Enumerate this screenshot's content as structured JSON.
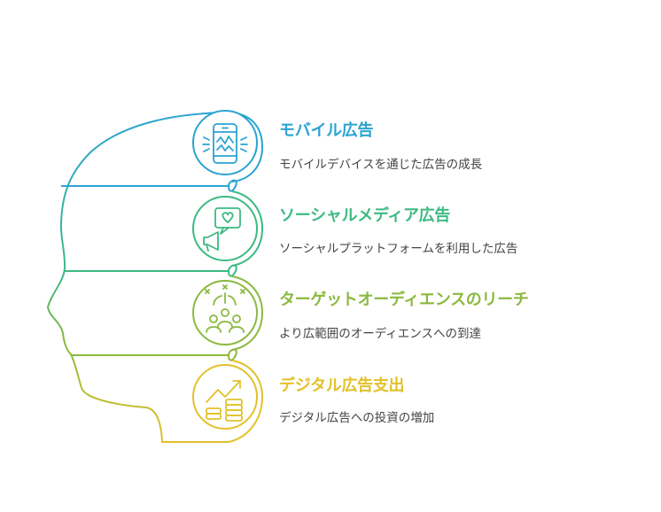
{
  "colors": {
    "blue": "#2ba3d2",
    "green": "#3dba83",
    "lime": "#8bb93f",
    "yellow": "#e2c12b",
    "text": "#444444"
  },
  "items": [
    {
      "title": "モバイル広告",
      "description": "モバイルデバイスを通じた広告の成長",
      "color": "#2ba3d2",
      "icon": "smartphone-icon"
    },
    {
      "title": "ソーシャルメディア広告",
      "description": "ソーシャルプラットフォームを利用した広告",
      "color": "#3dba83",
      "icon": "megaphone-heart-icon"
    },
    {
      "title": "ターゲットオーディエンスのリーチ",
      "description": "より広範囲のオーディエンスへの到達",
      "color": "#8bb93f",
      "icon": "audience-icon"
    },
    {
      "title": "デジタル広告支出",
      "description": "デジタル広告への投資の増加",
      "color": "#e2c12b",
      "icon": "growth-coins-icon"
    }
  ]
}
